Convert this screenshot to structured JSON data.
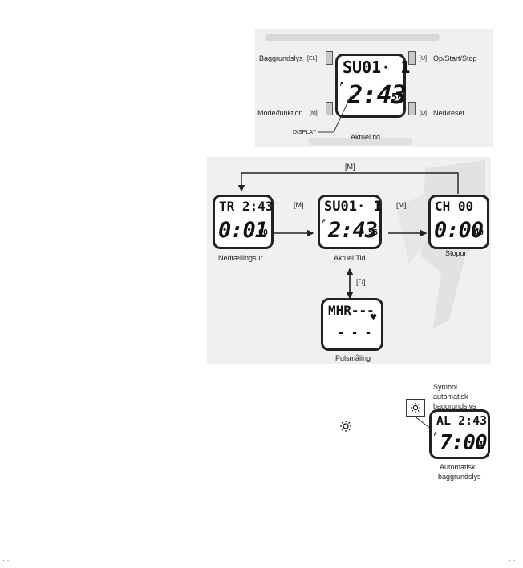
{
  "top": {
    "labels": {
      "backlight": "Baggrundslys",
      "backlight_key": "[EL]",
      "up_key": "[U]",
      "up": "Op/Start/Stop",
      "mode": "Mode/funktion",
      "mode_key": "[M]",
      "down_key": "[D]",
      "down": "Ned/reset",
      "display": "DISPLAY",
      "caption": "Aktuel tid"
    },
    "lcd": {
      "line1": "SU01· 1",
      "pm": "P",
      "time": "2:43",
      "sec": "56"
    }
  },
  "flow": {
    "m_top": "[M]",
    "m_left": "[M]",
    "m_right": "[M]",
    "d_key": "[D]",
    "countdown": {
      "line1": "TR 2:43",
      "time": "0:01",
      "sub": "00",
      "caption": "Nedtællingsur"
    },
    "current": {
      "line1": "SU01· 1",
      "pm": "P",
      "time": "2:43",
      "sec": "56",
      "caption": "Aktuel Tid"
    },
    "stopwatch": {
      "line1": "CH  00",
      "time": "0:00",
      "sub": "00",
      "caption": "Stopur"
    },
    "pulse": {
      "line1": "MHR---",
      "dashes": "- - -",
      "caption": "Pulsmåling"
    }
  },
  "bottom": {
    "symbol_label_1": "Symbol",
    "symbol_label_2": "automatisk",
    "symbol_label_3": "baggrundslys",
    "lcd": {
      "line1": "AL 2:43",
      "pm": "P",
      "time": "7:00",
      "suffix": "A"
    },
    "caption_1": "Automatisk",
    "caption_2": "baggrundslys"
  },
  "icons": {
    "sun": "light-bulb-icon",
    "heart": "heart-icon"
  },
  "colors": {
    "panel": "#f0f0f0",
    "band": "#e8e8e8",
    "button": "#c8c8c8"
  }
}
